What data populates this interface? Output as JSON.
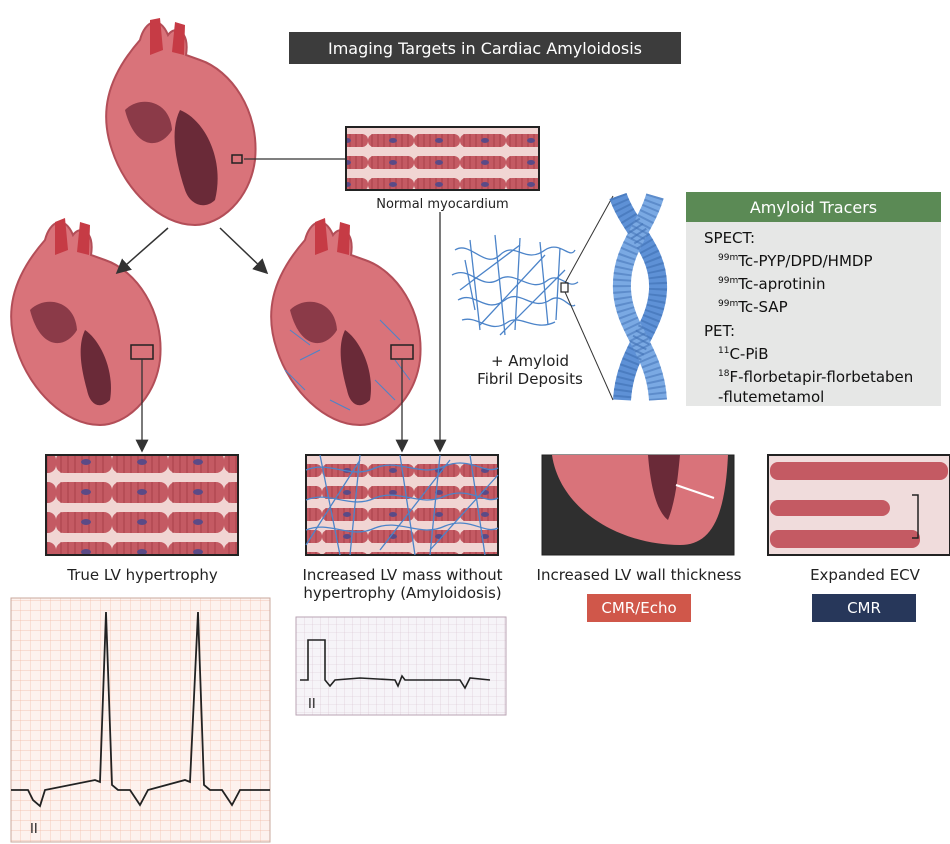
{
  "title": "Imaging Targets in Cardiac Amyloidosis",
  "labels": {
    "normal": "Normal myocardium",
    "amyloid_line1": "+ Amyloid",
    "amyloid_line2": "Fibril Deposits",
    "true_lvh": "True LV hypertrophy",
    "increased_mass_line1": "Increased LV mass without",
    "increased_mass_line2": "hypertrophy (Amyloidosis)",
    "wall_thickness": "Increased LV wall thickness",
    "ecv": "Expanded ECV",
    "ecg_lead_1": "II",
    "ecg_lead_2": "II"
  },
  "tracers": {
    "header": "Amyloid Tracers",
    "spect_label": "SPECT:",
    "spect_items": [
      {
        "iso": "99m",
        "name": "Tc-PYP/DPD/HMDP"
      },
      {
        "iso": "99m",
        "name": "Tc-aprotinin"
      },
      {
        "iso": "99m",
        "name": "Tc-SAP"
      }
    ],
    "pet_label": "PET:",
    "pet_items": [
      {
        "iso": "11",
        "name": "C-PiB"
      },
      {
        "iso": "18",
        "name": "F-florbetapir-florbetaben"
      },
      {
        "iso": "",
        "name": "-flutemetamol"
      }
    ]
  },
  "modalities": {
    "echo": "CMR/Echo",
    "cmr": "CMR"
  },
  "colors": {
    "title_bg": "#3c3c3c",
    "tracer_header": "#5b8a55",
    "tracer_bg": "#e6e7e6",
    "echo_badge": "#d0574a",
    "cmr_badge": "#27375a",
    "myocardium": "#c55a64",
    "heart": "#d9737a",
    "fibril": "#4c84c9",
    "ecg_grid": "#f2b9a3"
  }
}
